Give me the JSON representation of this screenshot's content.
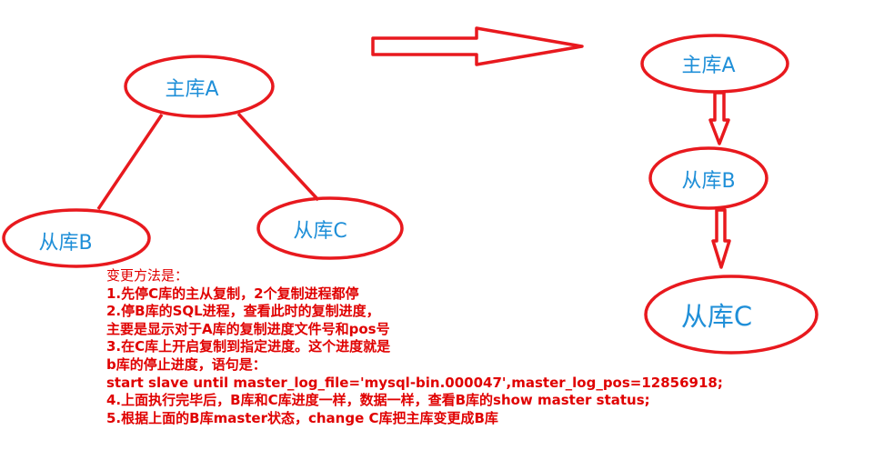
{
  "nodes": {
    "left_master": "主库A",
    "left_slave_b": "从库B",
    "left_slave_c": "从库C",
    "right_master": "主库A",
    "right_slave_b": "从库B",
    "right_slave_c": "从库C"
  },
  "colors": {
    "stroke": "#e8191e",
    "label": "#1f8fd8",
    "notes": "#e00000"
  },
  "notes": {
    "title": "变更方法是：",
    "lines": [
      "1.先停C库的主从复制，2个复制进程都停",
      "2.停B库的SQL进程，查看此时的复制进度，",
      "主要是显示对于A库的复制进度文件号和pos号",
      "3.在C库上开启复制到指定进度。这个进度就是",
      "b库的停止进度，语句是：",
      "start slave until master_log_file='mysql-bin.000047',master_log_pos=12856918;",
      "4.上面执行完毕后，B库和C库进度一样，数据一样，查看B库的show master status;",
      "5.根据上面的B库master状态，change C库把主库变更成B库"
    ]
  }
}
